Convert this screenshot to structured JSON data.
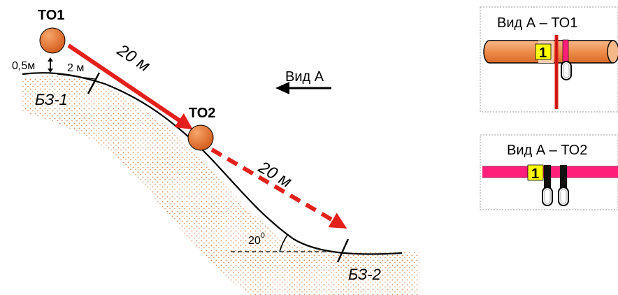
{
  "diagram": {
    "tree_1_label": "ТО1",
    "tree_2_label": "ТО2",
    "height_label": "0,5м",
    "offset_label": "2 м",
    "zone_1_label": "БЗ-1",
    "zone_2_label": "БЗ-2",
    "segment_1_label": "20 м",
    "segment_2_label": "20 м",
    "view_arrow_label": "Вид А",
    "angle_label": "20",
    "angle_superscript": "0"
  },
  "panels": {
    "panel_1_title": "Вид А – ТО1",
    "panel_1_marker": "1",
    "panel_2_title": "Вид А – ТО2",
    "panel_2_marker": "1"
  },
  "colors": {
    "rope_red": "#e3201b",
    "tree_orange": "#e8742f",
    "trunk_light": "#f5b07f",
    "sling_pink": "#ff1f7a",
    "marker_yellow": "#ffff00",
    "soil_dots": "#d9884a"
  }
}
